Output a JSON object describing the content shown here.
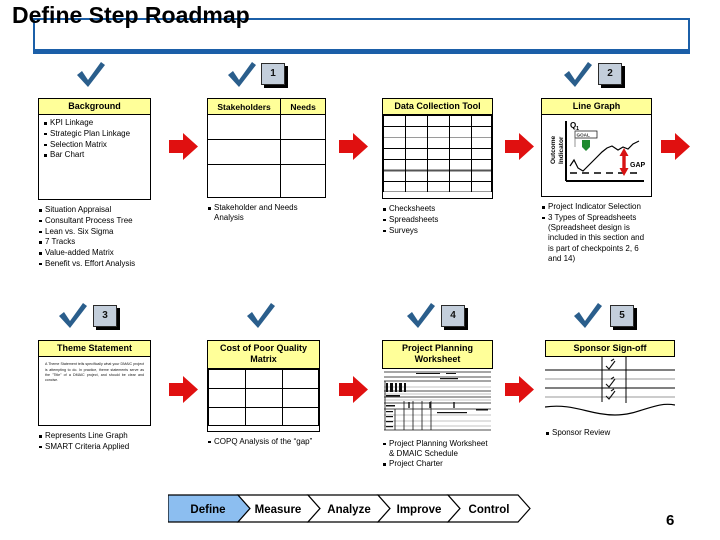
{
  "slide": {
    "title": "Define Step Roadmap",
    "page_number": "6",
    "accent_blue": "#1B5FA8",
    "header_yellow": "#FFFF99",
    "arrow_red": "#E01010",
    "check_blue": "#2A5E8C",
    "define_fill": "#8CBEF0"
  },
  "row1": {
    "items": [
      {
        "check": true,
        "number": null,
        "header": "Background",
        "inner_bullets": [
          "KPI Linkage",
          "Strategic Plan Linkage",
          "Selection Matrix",
          "Bar Chart"
        ],
        "outer_bullets": [
          "Situation Appraisal",
          "Consultant Process Tree",
          "Lean vs. Six Sigma",
          "7 Tracks",
          "Value-added Matrix",
          "Benefit vs. Effort Analysis"
        ]
      },
      {
        "check": true,
        "number": "1",
        "header_cells": [
          "Stakeholders",
          "Needs"
        ],
        "outer_bullets": [
          "Stakeholder and Needs Analysis"
        ]
      },
      {
        "check": false,
        "number": null,
        "header": "Data Collection Tool",
        "outer_bullets": [
          "Checksheets",
          "Spreadsheets",
          "Surveys"
        ]
      },
      {
        "check": true,
        "number": "2",
        "header": "Line Graph",
        "chart": {
          "q_label": "Q",
          "q_sub": "1",
          "y_axis_label": "Outcome Indicator",
          "gap_label": "GAP",
          "marker_label": "GOAL"
        },
        "outer_bullets": [
          "Project Indicator Selection",
          "3 Types of Spreadsheets (Spreadsheet design is included in this section and is part of checkpoints 2, 6 and 14)"
        ]
      }
    ]
  },
  "row2": {
    "items": [
      {
        "check": true,
        "number": "3",
        "header": "Theme Statement",
        "paragraph": "A Theme Statement tells specifically what your DMAIC project is attempting to do. In practice, theme statements serve as the \"Title\" of a DMAIC project, and should be clear and concise.",
        "outer_bullets": [
          "Represents Line Graph",
          "SMART Criteria Applied"
        ]
      },
      {
        "check": true,
        "number": null,
        "header": "Cost of Poor Quality Matrix",
        "outer_bullets": [
          "COPQ Analysis of the “gap”"
        ]
      },
      {
        "check": true,
        "number": "4",
        "header": "Project Planning Worksheet",
        "outer_bullets": [
          "Project Planning Worksheet & DMAIC Schedule",
          "Project Charter"
        ]
      },
      {
        "check": true,
        "number": "5",
        "header": "Sponsor Sign-off",
        "outer_bullets": [
          "Sponsor Review"
        ]
      }
    ]
  },
  "dmaic_bar": {
    "phases": [
      {
        "label": "Define",
        "active": true
      },
      {
        "label": "Measure",
        "active": false
      },
      {
        "label": "Analyze",
        "active": false
      },
      {
        "label": "Improve",
        "active": false
      },
      {
        "label": "Control",
        "active": false
      }
    ]
  }
}
